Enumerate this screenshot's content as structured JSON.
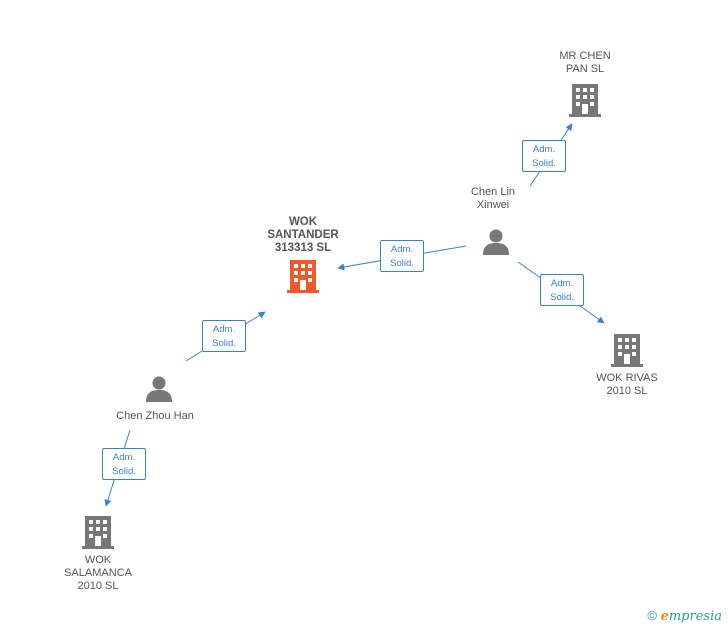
{
  "colors": {
    "edge": "#3b82c8",
    "building_default": "#777777",
    "building_focus": "#f05a28",
    "person": "#777777",
    "text": "#555555"
  },
  "nodes": {
    "wok_santander": {
      "lines": [
        "WOK",
        "SANTANDER",
        "313313  SL"
      ],
      "icon": "building-icon"
    },
    "mr_chen_pan": {
      "lines": [
        "MR CHEN",
        "PAN SL"
      ],
      "icon": "building-icon"
    },
    "chen_lin_xinwei": {
      "lines": [
        "Chen Lin",
        "Xinwei"
      ],
      "icon": "person-icon"
    },
    "wok_rivas": {
      "lines": [
        "WOK RIVAS",
        "2010 SL"
      ],
      "icon": "building-icon"
    },
    "chen_zhou_han": {
      "lines": [
        "Chen Zhou Han"
      ],
      "icon": "person-icon"
    },
    "wok_salamanca": {
      "lines": [
        "WOK",
        "SALAMANCA",
        "2010 SL"
      ],
      "icon": "building-icon"
    }
  },
  "edges": [
    {
      "from": "chen_lin_xinwei",
      "to": "mr_chen_pan",
      "label": [
        "Adm.",
        "Solid."
      ]
    },
    {
      "from": "chen_lin_xinwei",
      "to": "wok_santander",
      "label": [
        "Adm.",
        "Solid."
      ]
    },
    {
      "from": "chen_lin_xinwei",
      "to": "wok_rivas",
      "label": [
        "Adm.",
        "Solid."
      ]
    },
    {
      "from": "chen_zhou_han",
      "to": "wok_santander",
      "label": [
        "Adm.",
        "Solid."
      ]
    },
    {
      "from": "chen_zhou_han",
      "to": "wok_salamanca",
      "label": [
        "Adm.",
        "Solid."
      ]
    }
  ],
  "footer": {
    "copyright_symbol": "©",
    "brand_initial": "e",
    "brand_rest": "mpresia"
  }
}
